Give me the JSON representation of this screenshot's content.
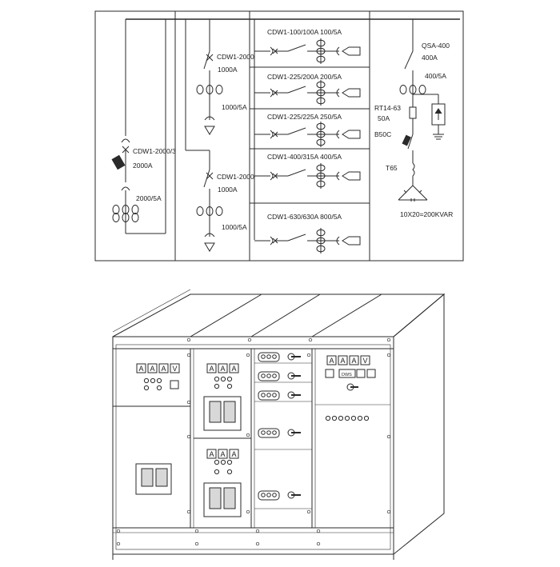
{
  "schematic": {
    "incoming_breaker": {
      "label": "CDW1-2000/3",
      "rating": "2000A",
      "ct": "2000/5A"
    },
    "upper_bus_tie": {
      "label": "CDW1-2000",
      "rating": "1000A",
      "ct": "1000/5A"
    },
    "lower_bus_tie": {
      "label": "CDW1-2000",
      "rating": "1000A",
      "ct": "1000/5A"
    },
    "feeders": [
      {
        "label": "CDW1-100/100A 100/5A"
      },
      {
        "label": "CDW1-225/200A 200/5A"
      },
      {
        "label": "CDW1-225/225A 250/5A"
      },
      {
        "label": "CDW1-400/315A 400/5A"
      },
      {
        "label": "CDW1-630/630A 800/5A"
      }
    ],
    "capacitor_panel": {
      "switch_label": "QSA-400",
      "switch_rating": "400A",
      "ct": "400/5A",
      "fuse_label": "RT14-63",
      "fuse_rating": "50A",
      "contactor_label": "B50C",
      "relay_label": "T65",
      "bank_label": "10X20=200KVAR"
    }
  },
  "cabinet": {
    "panel1_meters": [
      "A",
      "A",
      "A",
      "V"
    ],
    "panel2_meters": [
      "A",
      "A",
      "A"
    ],
    "panel2_lower_meters": [
      "A",
      "A",
      "A"
    ],
    "panel4_meters": [
      "A",
      "A",
      "A",
      "V"
    ],
    "panel4_dws_label": "DWS"
  }
}
